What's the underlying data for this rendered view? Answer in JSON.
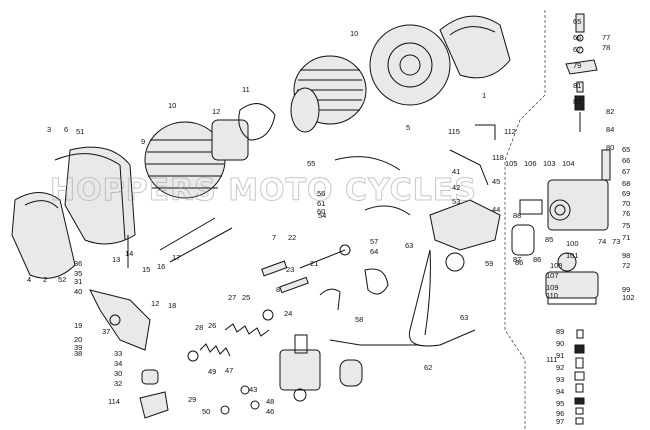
{
  "watermark": "HOPPERS MOTO CYCLES",
  "labels": [
    {
      "t": "65"
    },
    {
      "t": "66"
    },
    {
      "t": "67"
    },
    {
      "t": "77"
    },
    {
      "t": "78"
    },
    {
      "t": "79"
    },
    {
      "t": "81"
    },
    {
      "t": "83"
    },
    {
      "t": "82"
    },
    {
      "t": "84"
    },
    {
      "t": "80"
    },
    {
      "t": "65"
    },
    {
      "t": "66"
    },
    {
      "t": "67"
    },
    {
      "t": "68"
    },
    {
      "t": "69"
    },
    {
      "t": "70"
    },
    {
      "t": "76"
    },
    {
      "t": "75"
    },
    {
      "t": "71"
    },
    {
      "t": "74"
    },
    {
      "t": "73"
    },
    {
      "t": "72"
    },
    {
      "t": "98"
    },
    {
      "t": "99"
    },
    {
      "t": "102"
    },
    {
      "t": "101"
    },
    {
      "t": "100"
    },
    {
      "t": "107"
    },
    {
      "t": "109"
    },
    {
      "t": "110"
    },
    {
      "t": "89"
    },
    {
      "t": "90"
    },
    {
      "t": "91"
    },
    {
      "t": "111"
    },
    {
      "t": "92"
    },
    {
      "t": "93"
    },
    {
      "t": "94"
    },
    {
      "t": "95"
    },
    {
      "t": "96"
    },
    {
      "t": "97"
    },
    {
      "t": "105"
    },
    {
      "t": "106"
    },
    {
      "t": "103"
    },
    {
      "t": "104"
    },
    {
      "t": "112"
    },
    {
      "t": "115"
    },
    {
      "t": "118"
    },
    {
      "t": "41"
    },
    {
      "t": "42"
    },
    {
      "t": "53"
    },
    {
      "t": "45"
    },
    {
      "t": "44"
    },
    {
      "t": "88"
    },
    {
      "t": "86"
    },
    {
      "t": "85"
    },
    {
      "t": "87"
    },
    {
      "t": "86"
    },
    {
      "t": "108"
    },
    {
      "t": "59"
    },
    {
      "t": "63"
    },
    {
      "t": "63"
    },
    {
      "t": "62"
    },
    {
      "t": "58"
    },
    {
      "t": "57"
    },
    {
      "t": "64"
    },
    {
      "t": "55"
    },
    {
      "t": "56"
    },
    {
      "t": "61"
    },
    {
      "t": "60"
    },
    {
      "t": "10"
    },
    {
      "t": "1"
    },
    {
      "t": "5"
    },
    {
      "t": "10"
    },
    {
      "t": "11"
    },
    {
      "t": "12"
    },
    {
      "t": "3"
    },
    {
      "t": "6"
    },
    {
      "t": "51"
    },
    {
      "t": "9"
    },
    {
      "t": "4"
    },
    {
      "t": "2"
    },
    {
      "t": "52"
    },
    {
      "t": "17"
    },
    {
      "t": "13"
    },
    {
      "t": "14"
    },
    {
      "t": "15"
    },
    {
      "t": "16"
    },
    {
      "t": "18"
    },
    {
      "t": "12"
    },
    {
      "t": "7"
    },
    {
      "t": "22"
    },
    {
      "t": "21"
    },
    {
      "t": "23"
    },
    {
      "t": "8"
    },
    {
      "t": "36"
    },
    {
      "t": "35"
    },
    {
      "t": "31"
    },
    {
      "t": "40"
    },
    {
      "t": "19"
    },
    {
      "t": "37"
    },
    {
      "t": "20"
    },
    {
      "t": "39"
    },
    {
      "t": "38"
    },
    {
      "t": "33"
    },
    {
      "t": "34"
    },
    {
      "t": "30"
    },
    {
      "t": "32"
    },
    {
      "t": "27"
    },
    {
      "t": "25"
    },
    {
      "t": "24"
    },
    {
      "t": "28"
    },
    {
      "t": "26"
    },
    {
      "t": "43"
    },
    {
      "t": "49"
    },
    {
      "t": "47"
    },
    {
      "t": "50"
    },
    {
      "t": "48"
    },
    {
      "t": "46"
    },
    {
      "t": "114"
    },
    {
      "t": "29"
    },
    {
      "t": "54"
    }
  ]
}
